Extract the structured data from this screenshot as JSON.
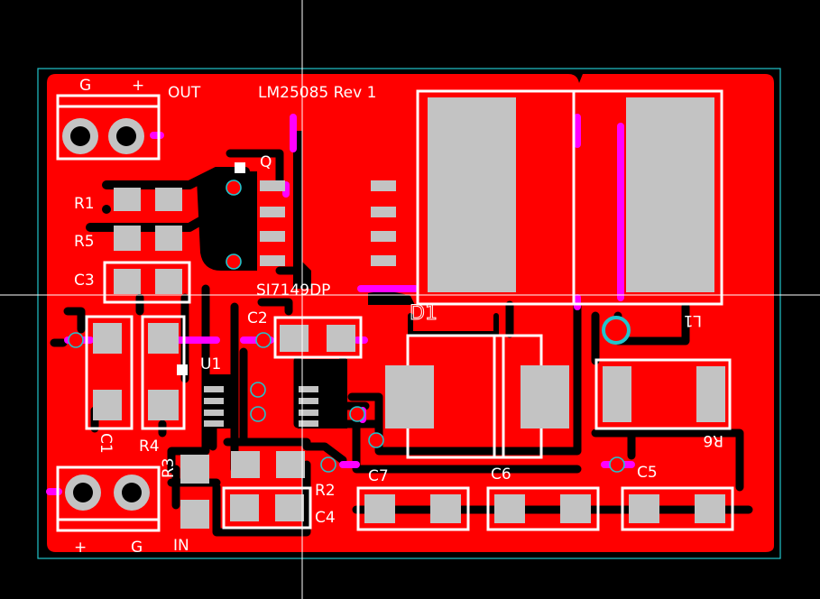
{
  "board": {
    "title": "LM25085 Rev 1",
    "colors": {
      "background": "#000000",
      "copper": "#ff0000",
      "silkscreen": "#ffffff",
      "pad": "#c3c3c3",
      "via": "#21c4cc",
      "bottom_trace": "#ff00ff",
      "board_outline": "#21c4cc",
      "crosshair": "#ffffff"
    }
  },
  "labels": {
    "out_g": "G",
    "out_plus": "+",
    "out": "OUT",
    "q": "Q",
    "r1": "R1",
    "r5": "R5",
    "c3": "C3",
    "si": "SI7149DP",
    "d1": "D1",
    "l1": "L1",
    "c2": "C2",
    "u1": "U1",
    "c1": "C1",
    "r4": "R4",
    "r3": "R3",
    "r2": "R2",
    "c4": "C4",
    "c7": "C7",
    "c6": "C6",
    "c5": "C5",
    "r6": "R6",
    "in_plus": "+",
    "in_g": "G",
    "in": "IN"
  }
}
